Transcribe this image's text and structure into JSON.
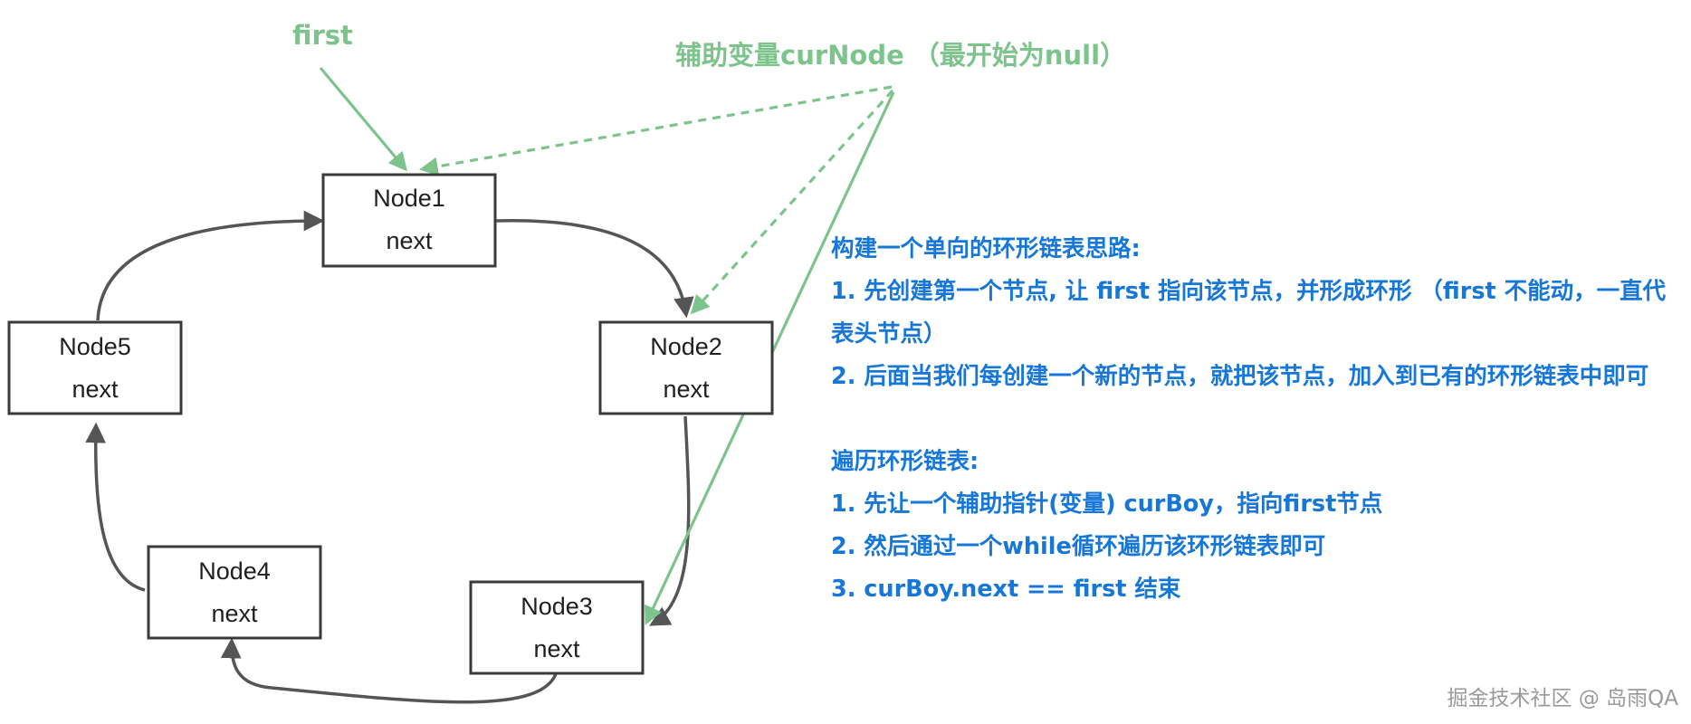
{
  "nodes": [
    {
      "id": "node1",
      "name": "Node1",
      "field": "next"
    },
    {
      "id": "node2",
      "name": "Node2",
      "field": "next"
    },
    {
      "id": "node3",
      "name": "Node3",
      "field": "next"
    },
    {
      "id": "node4",
      "name": "Node4",
      "field": "next"
    },
    {
      "id": "node5",
      "name": "Node5",
      "field": "next"
    }
  ],
  "labels": {
    "first": "first",
    "cur_node": "辅助变量curNode （最开始为null）"
  },
  "notes": {
    "build_title": "构建一个单向的环形链表思路:",
    "build_step1": "1. 先创建第一个节点, 让 first 指向该节点，并形成环形 （first 不能动，一直代表头节点）",
    "build_step2": "2. 后面当我们每创建一个新的节点，就把该节点，加入到已有的环形链表中即可",
    "traverse_title": "遍历环形链表:",
    "traverse_step1": "1. 先让一个辅助指针(变量) curBoy，指向first节点",
    "traverse_step2": "2. 然后通过一个while循环遍历该环形链表即可",
    "traverse_step3": "3. curBoy.next == first 结束"
  },
  "watermark": "掘金技术社区 @ 岛雨QA",
  "colors": {
    "pointer_green": "#7cc48c",
    "note_blue": "#1677d8",
    "edge_gray": "#555555"
  }
}
